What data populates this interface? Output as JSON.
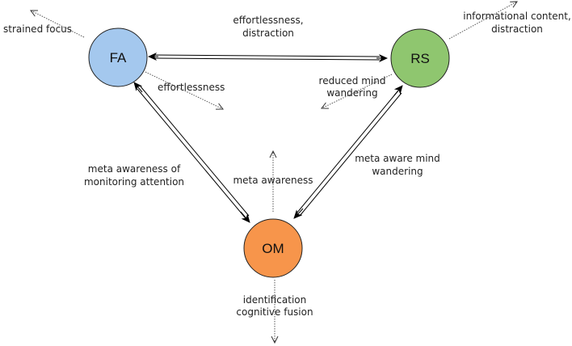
{
  "diagram": {
    "nodes": [
      {
        "id": "FA",
        "label": "FA",
        "color": "#a4c8ee"
      },
      {
        "id": "RS",
        "label": "RS",
        "color": "#8fc66f"
      },
      {
        "id": "OM",
        "label": "OM",
        "color": "#f7954b"
      }
    ],
    "edges": [
      {
        "from": "FA",
        "to": "RS",
        "type": "double-bidirectional",
        "label": [
          "effortlessness,",
          "distraction"
        ]
      },
      {
        "from": "FA",
        "to": "OM",
        "type": "double-bidirectional",
        "label": [
          "meta awareness of",
          "monitoring attention"
        ]
      },
      {
        "from": "RS",
        "to": "OM",
        "type": "double-bidirectional",
        "label": [
          "meta aware mind",
          "wandering"
        ]
      }
    ],
    "outflows": [
      {
        "from": "FA",
        "label": [
          "strained focus"
        ]
      },
      {
        "from": "FA",
        "label": [
          "effortlessness"
        ]
      },
      {
        "from": "RS",
        "label": [
          "informational content,",
          "distraction"
        ]
      },
      {
        "from": "RS",
        "label": [
          "reduced mind",
          "wandering"
        ]
      },
      {
        "from": "OM",
        "label": [
          "meta awareness"
        ]
      },
      {
        "from": "OM",
        "label": [
          "identification",
          "cognitive fusion"
        ]
      }
    ]
  }
}
